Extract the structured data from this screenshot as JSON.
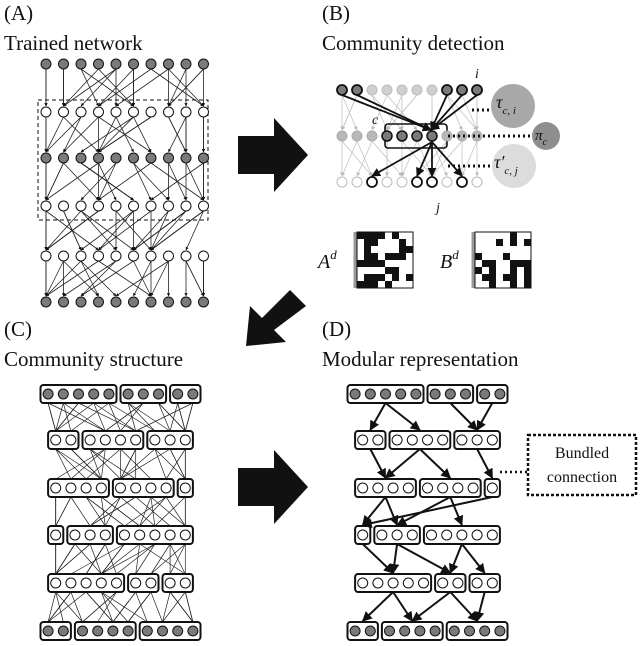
{
  "panels": {
    "a": {
      "letter": "(A)",
      "title": "Trained network"
    },
    "b": {
      "letter": "(B)",
      "title": "Community detection"
    },
    "c": {
      "letter": "(C)",
      "title": "Community structure"
    },
    "d": {
      "letter": "(D)",
      "title": "Modular representation"
    }
  },
  "community_detection": {
    "node_i": "i",
    "node_j": "j",
    "node_c": "c",
    "tau_label": "τ",
    "tau_subscript": "c, i",
    "pi_label": "π",
    "pi_subscript": "c",
    "tau_prime_label": "τ′",
    "tau_prime_subscript": "c, j",
    "matrix_a_label": "A",
    "matrix_a_superscript": "d",
    "matrix_b_label": "B",
    "matrix_b_superscript": "d"
  },
  "callout": {
    "line1": "Bundled",
    "line2": "connection"
  },
  "colors": {
    "node_filled": "#7a7a7a",
    "node_light": "#b8b8b8",
    "ink": "#111111",
    "arrow": "#111111"
  }
}
